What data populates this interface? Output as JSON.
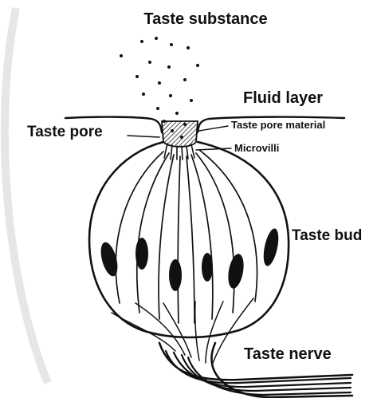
{
  "diagram": {
    "labels": {
      "taste_substance": "Taste substance",
      "fluid_layer": "Fluid layer",
      "taste_pore": "Taste pore",
      "taste_pore_material": "Taste pore material",
      "microvilli": "Microvilli",
      "taste_bud": "Taste bud",
      "taste_nerve": "Taste nerve"
    },
    "colors": {
      "ink": "#111111",
      "background": "#ffffff",
      "watermark": "#e6e6e6"
    }
  }
}
